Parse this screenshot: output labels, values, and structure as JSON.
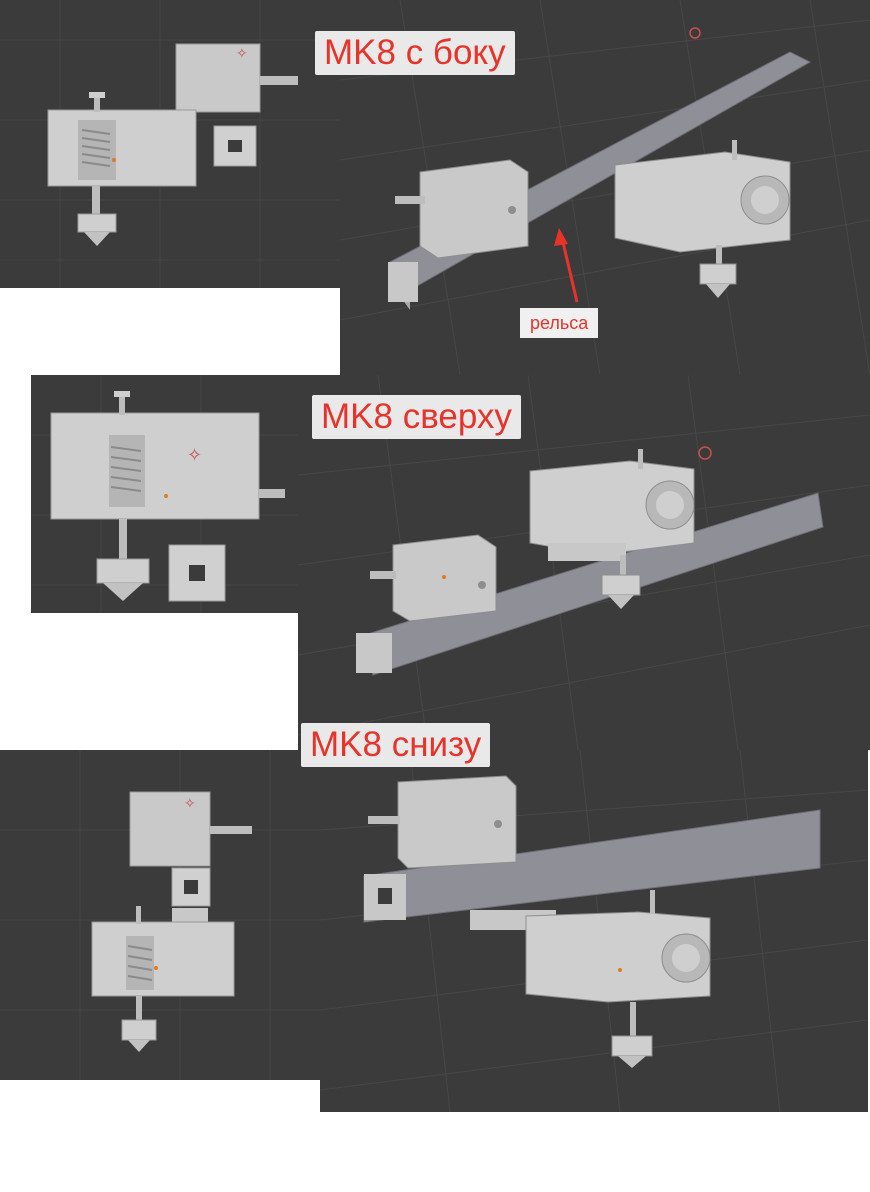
{
  "sections": [
    {
      "title": "MK8 с боку"
    },
    {
      "title": "MK8 сверху"
    },
    {
      "title": "MK8 снизу"
    }
  ],
  "annotation": {
    "text": "рельса",
    "arrow_color": "#e8332a"
  },
  "colors": {
    "viewport_bg": "#3b3b3b",
    "grid": "#454545",
    "part_light": "#d6d6d6",
    "part_mid": "#bdbdbd",
    "part_dark": "#9a9a9a",
    "rail": "#8f8f98",
    "label_text": "#e8332a",
    "origin_dot": "#e07b1f"
  }
}
